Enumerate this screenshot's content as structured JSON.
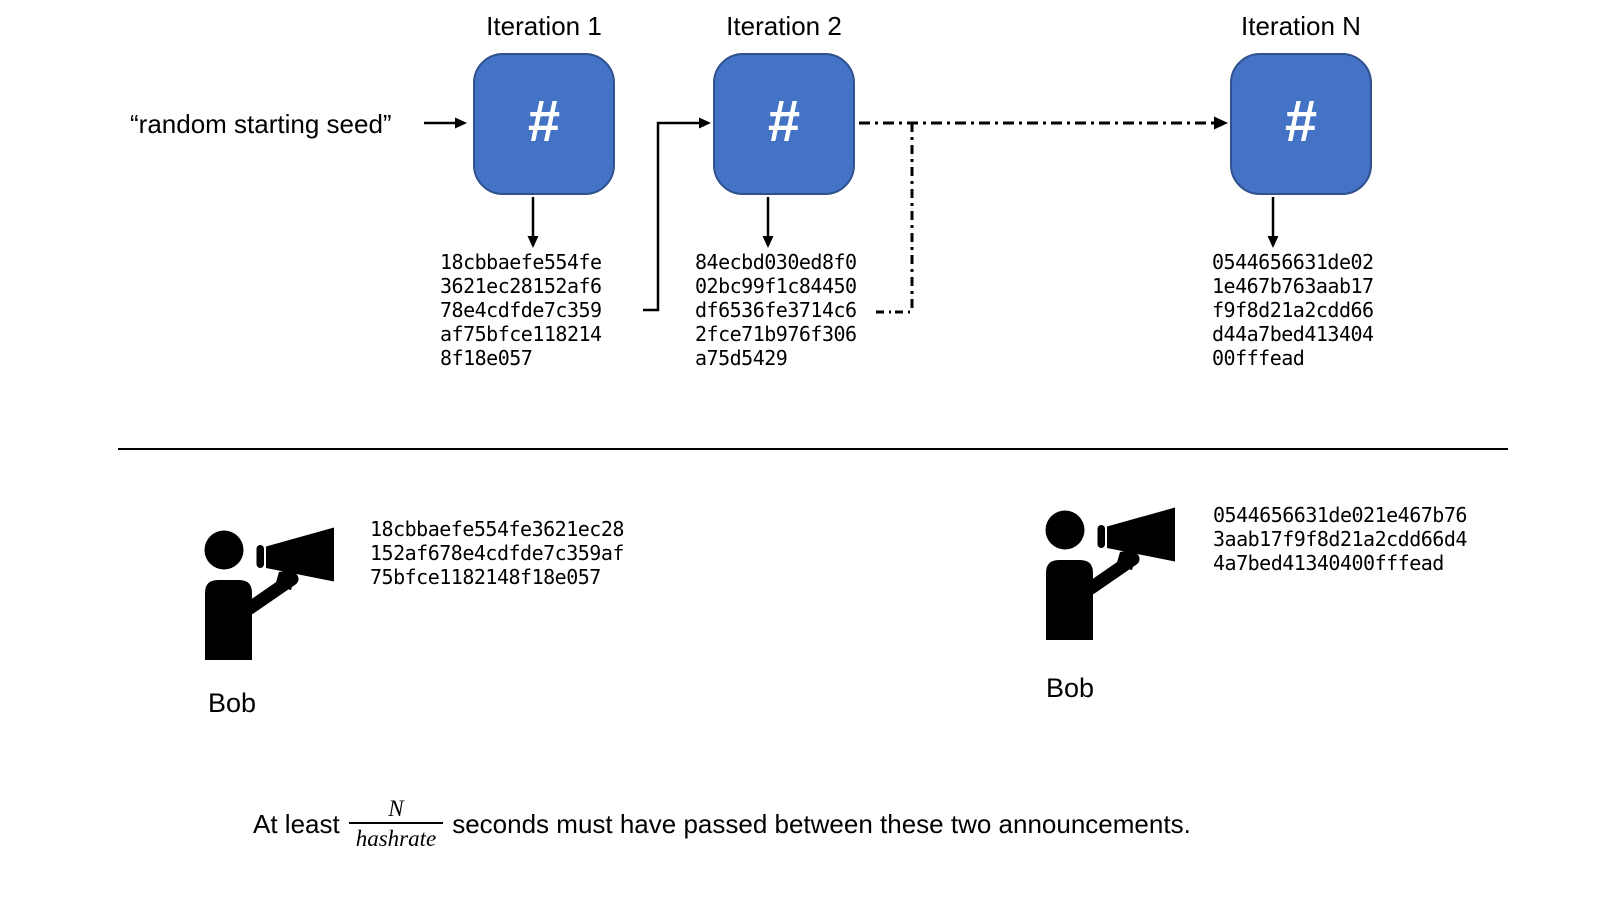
{
  "top_section": {
    "seed_label": "“random starting seed”",
    "iterations": [
      {
        "title": "Iteration 1",
        "box_symbol": "#",
        "output_hash_lines": [
          "18cbbaefe554fe",
          "3621ec28152af6",
          "78e4cdfde7c359",
          "af75bfce118214",
          "8f18e057"
        ]
      },
      {
        "title": "Iteration 2",
        "box_symbol": "#",
        "output_hash_lines": [
          "84ecbd030ed8f0",
          "02bc99f1c84450",
          "df6536fe3714c6",
          "2fce71b976f306",
          "a75d5429"
        ]
      },
      {
        "title": "Iteration N",
        "box_symbol": "#",
        "output_hash_lines": [
          "0544656631de02",
          "1e467b763aab17",
          "f9f8d21a2cdd66",
          "d44a7bed413404",
          "00fffead"
        ]
      }
    ]
  },
  "bottom_section": {
    "announcements": [
      {
        "speaker_name": "Bob",
        "announced_hash_lines": [
          "18cbbaefe554fe3621ec28",
          "152af678e4cdfde7c359af",
          "75bfce1182148f18e057"
        ]
      },
      {
        "speaker_name": "Bob",
        "announced_hash_lines": [
          "0544656631de021e467b76",
          "3aab17f9f8d21a2cdd66d4",
          "4a7bed41340400fffead"
        ]
      }
    ],
    "formula": {
      "prefix": "At least",
      "fraction_numerator": "N",
      "fraction_denominator": "hashrate",
      "suffix": "seconds must have passed between these two announcements."
    }
  },
  "colors": {
    "box_fill": "#4472C4",
    "box_border": "#2F528F",
    "line_color": "#000000"
  }
}
